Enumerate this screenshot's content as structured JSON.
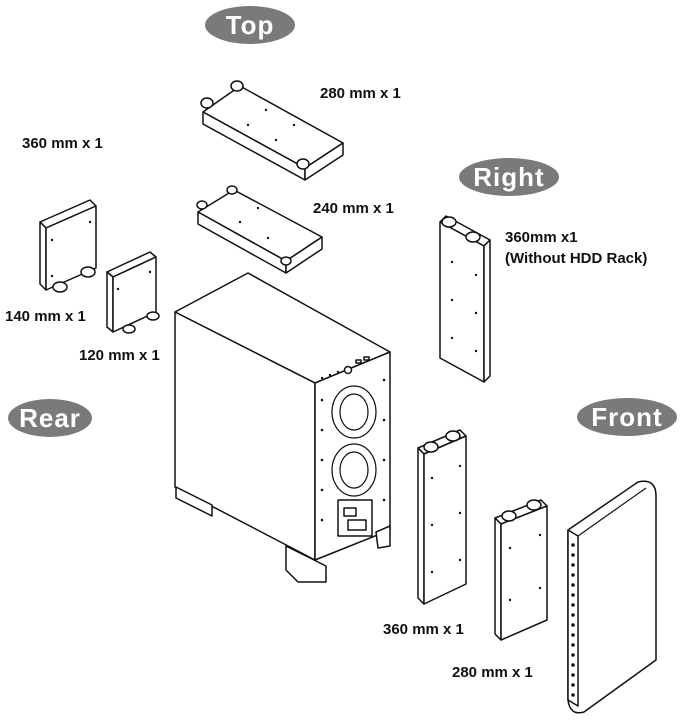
{
  "sections": {
    "top": "Top",
    "right": "Right",
    "rear": "Rear",
    "front": "Front"
  },
  "labels": {
    "top_280": "280 mm x 1",
    "top_240": "240 mm x 1",
    "rear_360": "360 mm x 1",
    "rear_140": "140 mm x 1",
    "rear_120": "120 mm x 1",
    "right_360_line1": "360mm x1",
    "right_360_line2": "(Without HDD Rack)",
    "front_360": "360 mm x 1",
    "front_280": "280 mm x 1"
  },
  "colors": {
    "badge": "#7a7a7a",
    "line": "#111111",
    "background": "#ffffff"
  }
}
